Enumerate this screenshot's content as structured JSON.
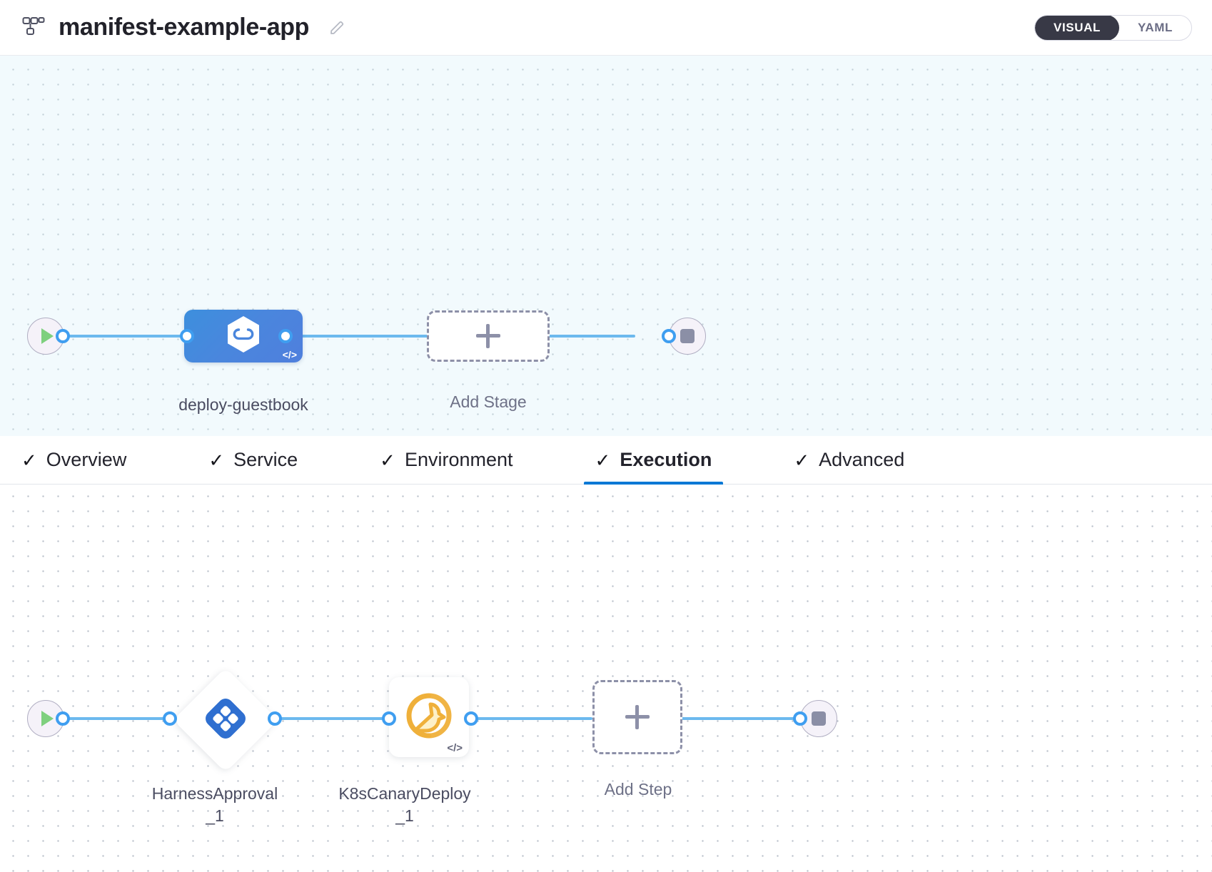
{
  "header": {
    "pipeline_icon": "pipeline-tree-icon",
    "title": "manifest-example-app",
    "edit_icon": "pencil-icon",
    "view_toggle": {
      "options": [
        "VISUAL",
        "YAML"
      ],
      "selected": "VISUAL",
      "visual_label": "VISUAL",
      "yaml_label": "YAML"
    }
  },
  "stage_canvas": {
    "start_node": {
      "icon": "play-icon"
    },
    "end_node": {
      "icon": "stop-icon"
    },
    "stage": {
      "label": "deploy-guestbook",
      "icon": "harness-hexagon-icon",
      "code_badge": "</>",
      "color": "#4a86dd"
    },
    "add_stage": {
      "label": "Add Stage",
      "icon": "plus-icon"
    }
  },
  "tabs": [
    {
      "label": "Overview",
      "check": "✓",
      "active": false
    },
    {
      "label": "Service",
      "check": "✓",
      "active": false
    },
    {
      "label": "Environment",
      "check": "✓",
      "active": false
    },
    {
      "label": "Execution",
      "check": "✓",
      "active": true
    },
    {
      "label": "Advanced",
      "check": "✓",
      "active": false
    }
  ],
  "step_canvas": {
    "start_node": {
      "icon": "play-icon"
    },
    "end_node": {
      "icon": "stop-icon"
    },
    "steps": [
      {
        "label": "HarnessApproval_1",
        "icon": "harness-approval-icon",
        "shape": "diamond",
        "color": "#2f6fd0"
      },
      {
        "label": "K8sCanaryDeploy_1",
        "icon": "canary-bird-icon",
        "shape": "square",
        "color": "#efb03a",
        "code_badge": "</>"
      }
    ],
    "add_step": {
      "label": "Add Step",
      "icon": "plus-icon"
    }
  },
  "colors": {
    "accent_blue": "#0278d5",
    "wire_blue": "#6cb9ee",
    "port_blue": "#3f9ef0",
    "canvas_stage_bg": "#f2fafd",
    "toggle_active_bg": "#383946"
  }
}
